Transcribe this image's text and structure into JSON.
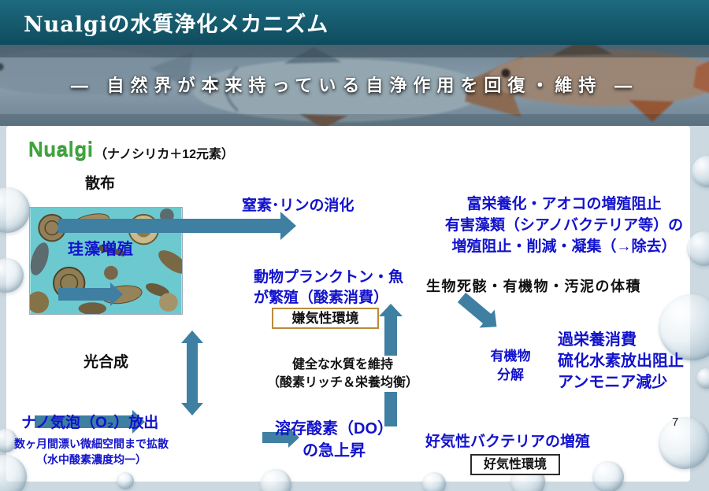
{
  "header": {
    "title": "Nualgiの水質浄化メカニズム"
  },
  "banner": {
    "caption": "― 自然界が本来持っている自浄作用を回復・維持 ―"
  },
  "diagram": {
    "logo": "Nualgi",
    "logo_sub": "（ナノシリカ＋12元素）",
    "spray": "散布",
    "diatom_label": "珪藻増殖",
    "nitrogen_digestion": "窒素･リンの消化",
    "eutrophication": "富栄養化・アオコの増殖阻止\n有害藻類（シアノバクテリア等）の\n増殖阻止・削減・凝集（→除去）",
    "zooplankton": "動物プランクトン・魚\nが繁殖（酸素消費）",
    "anaerobic_env": "嫌気性環境",
    "debris": "生物死骸・有機物・汚泥の体積",
    "overnutrition": "過栄養消費\n硫化水素放出阻止\nアンモニア減少",
    "organic_decomposition": "有機物\n分解",
    "photosynthesis": "光合成",
    "healthy_water": "健全な水質を維持\n（酸素リッチ＆栄養均衡）",
    "nano_bubbles": "ナノ気泡（O₂）放出",
    "diffusion_note": "数ヶ月間漂い微細空間まで拡散\n（水中酸素濃度均一）",
    "dissolved_oxygen": "溶存酸素（DO）\nの急上昇",
    "aerobic_bacteria": "好気性バクテリアの増殖",
    "aerobic_env": "好気性環境"
  },
  "page_number": "7",
  "icons": {
    "diatom_image": "diatom-microscope-image",
    "fish_photo": "fish-photo-banner",
    "bubbles": "water-bubble-decoration"
  },
  "colors": {
    "header_bg": "#155a6d",
    "arrow": "#3e7fa2",
    "text_blue": "#1212cc",
    "logo_green": "#3fa63c",
    "anaerobic_border": "#bb8b3e",
    "aerobic_border": "#2b2b2b",
    "panel_bg": "#ffffff",
    "margin_bg": "#ccd9e1",
    "diatom_bg": "#6cc9cf"
  }
}
